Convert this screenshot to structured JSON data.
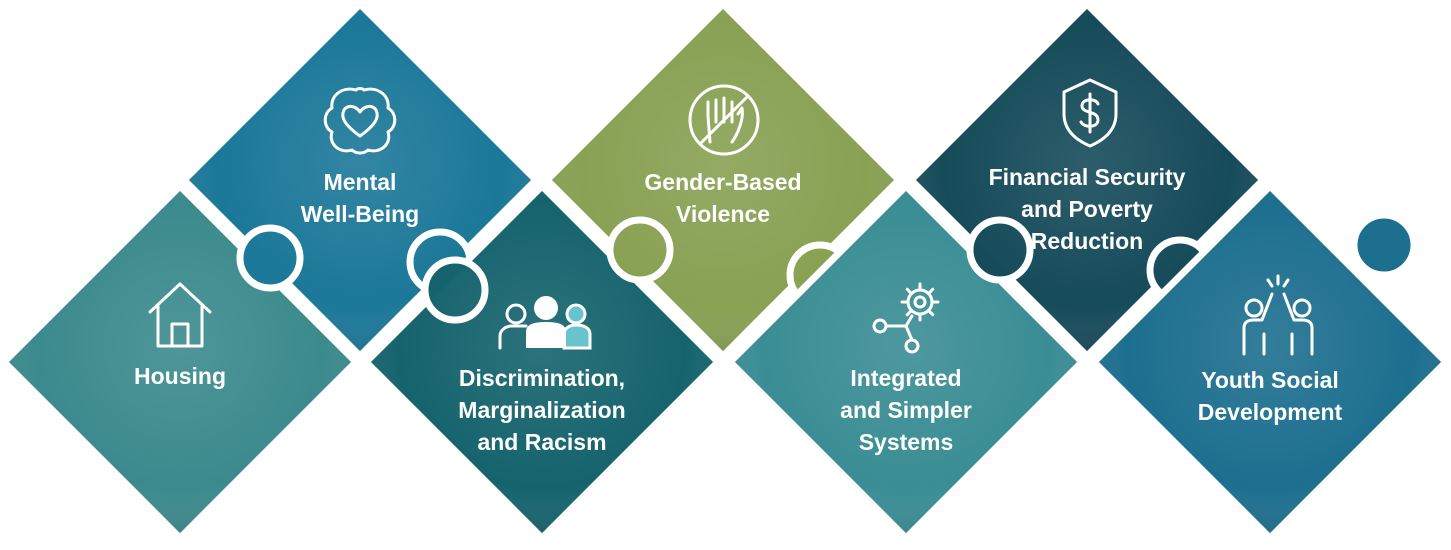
{
  "pieces": [
    {
      "id": "housing",
      "lines": [
        "Housing"
      ],
      "color": "#3b8a8d",
      "icon": "house-icon"
    },
    {
      "id": "mental",
      "lines": [
        "Mental",
        "Well-Being"
      ],
      "color": "#1b7898",
      "icon": "brain-heart-icon"
    },
    {
      "id": "discrimination",
      "lines": [
        "Discrimination,",
        "Marginalization",
        "and Racism"
      ],
      "color": "#15636d",
      "icon": "people-group-icon"
    },
    {
      "id": "gbv",
      "lines": [
        "Gender-Based",
        "Violence"
      ],
      "color": "#88a153",
      "icon": "stop-hand-icon"
    },
    {
      "id": "integrated",
      "lines": [
        "Integrated",
        "and Simpler",
        "Systems"
      ],
      "color": "#3a8d94",
      "icon": "gear-network-icon"
    },
    {
      "id": "financial",
      "lines": [
        "Financial Security",
        "and Poverty",
        "Reduction"
      ],
      "color": "#164b5a",
      "icon": "shield-dollar-icon"
    },
    {
      "id": "youth",
      "lines": [
        "Youth Social",
        "Development"
      ],
      "color": "#1d6f8f",
      "icon": "high-five-icon"
    }
  ],
  "colors": {
    "background": "#ffffff",
    "outline": "#ffffff",
    "text": "#ffffff",
    "icon_accent": "#68c3cf"
  }
}
